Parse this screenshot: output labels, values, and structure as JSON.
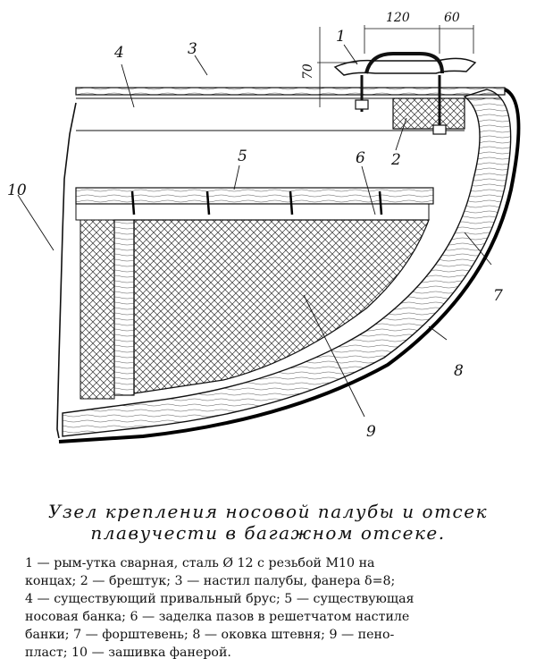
{
  "labels": {
    "l1": "1",
    "l2": "2",
    "l3": "3",
    "l4": "4",
    "l5": "5",
    "l6": "6",
    "l7": "7",
    "l8": "8",
    "l9": "9",
    "l10": "10"
  },
  "dimensions": {
    "d120": "120",
    "d60": "60",
    "d70": "70"
  },
  "caption": {
    "line1": "Узел крепления носовой палубы и отсек",
    "line2": "плавучести в багажном отсеке."
  },
  "legend": [
    "1 — рым-утка сварная, сталь Ø 12 с резьбой М10 на",
    "концах; 2 — брештук; 3 — настил палубы, фанера δ=8;",
    "4 — существующий привальный брус; 5 — существующая",
    "носовая банка; 6 — заделка пазов в решетчатом настиле",
    "банки; 7 — форштевень; 8 — оковка штевня; 9 — пено-",
    "пласт; 10 — зашивка фанерой."
  ]
}
